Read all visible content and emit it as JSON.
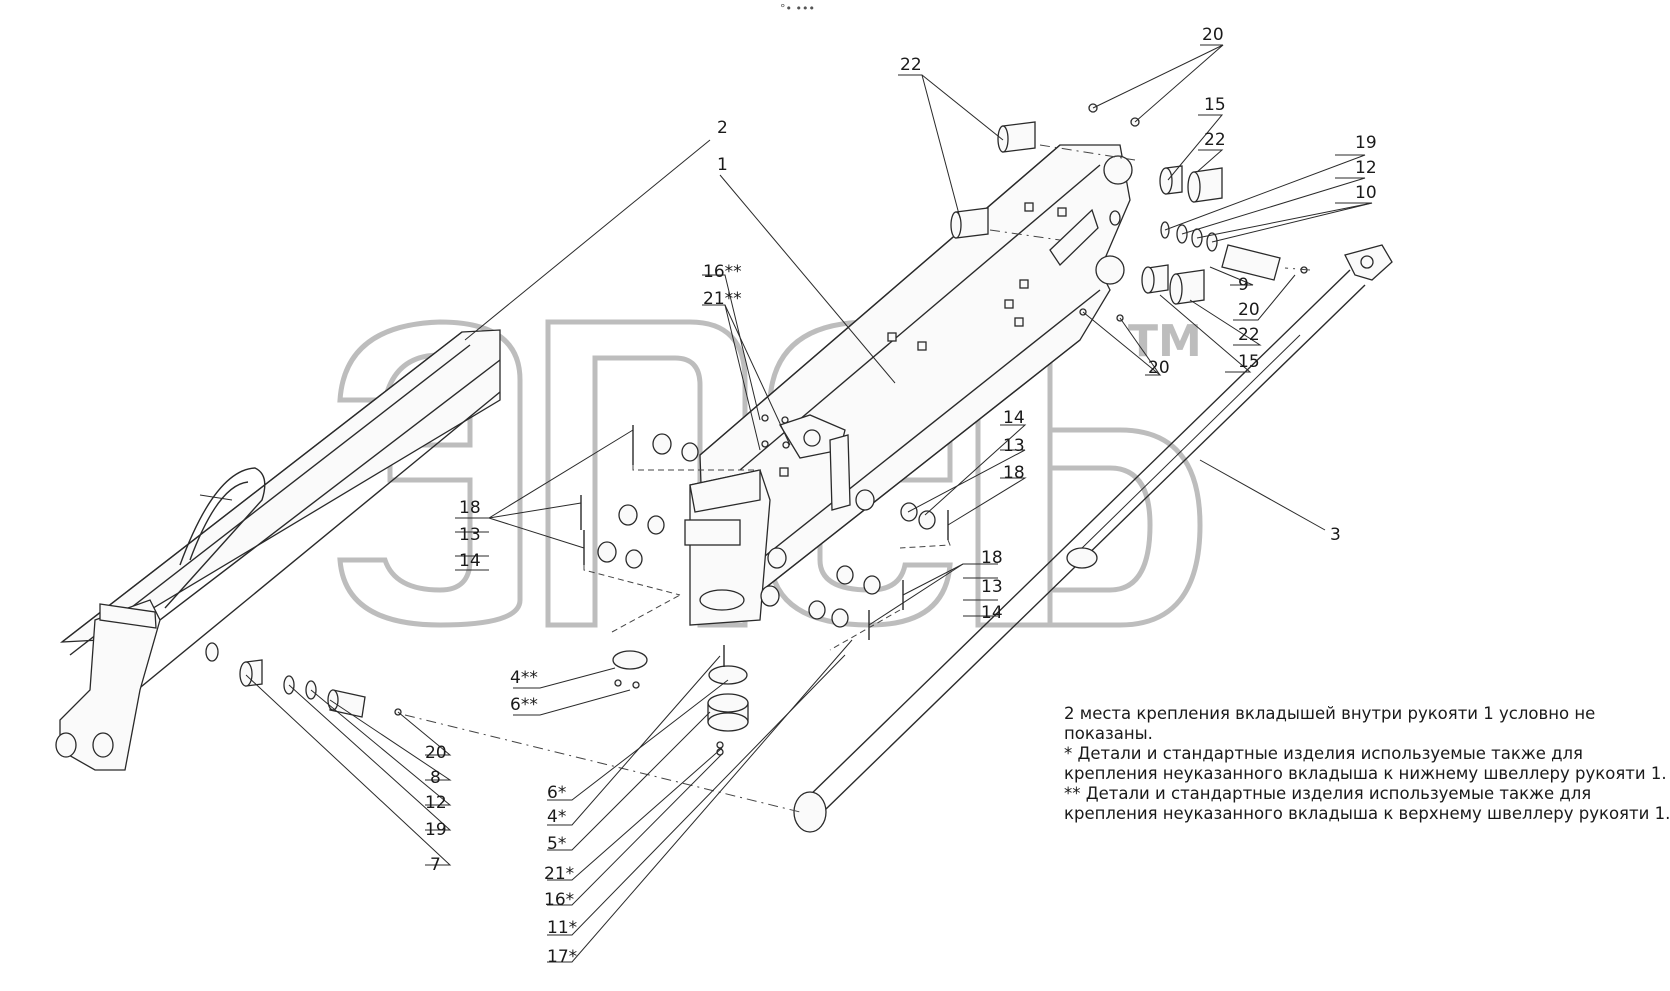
{
  "header": {
    "mark": "°• •••"
  },
  "watermark": {
    "trademark": "TM"
  },
  "labels": {
    "l2": "2",
    "l1": "1",
    "l3": "3",
    "l20a": "20",
    "l22a": "22",
    "l15a": "15",
    "l22b": "22",
    "l19a": "19",
    "l12a": "12",
    "l10": "10",
    "l9": "9",
    "l20b": "20",
    "l22c": "22",
    "l15b": "15",
    "l20c": "20",
    "l16ss": "16**",
    "l21ss": "21**",
    "l14a": "14",
    "l13a": "13",
    "l18a": "18",
    "l18b": "18",
    "l13b": "13",
    "l14b": "14",
    "l18c": "18",
    "l13c": "13",
    "l14c": "14",
    "l4ss": "4**",
    "l6ss": "6**",
    "l20d": "20",
    "l8": "8",
    "l12b": "12",
    "l19b": "19",
    "l7": "7",
    "l6s": "6*",
    "l4s": "4*",
    "l5s": "5*",
    "l21s": "21*",
    "l16s": "16*",
    "l11s": "11*",
    "l17s": "17*"
  },
  "notes": {
    "line1": "2 места крепления вкладышей внутри рукояти 1 условно не",
    "line2": "показаны.",
    "line3": "*    Детали и стандартные изделия используемые также для",
    "line4": "крепления неуказанного вкладыша к нижнему швеллеру рукояти 1.",
    "line5": "**   Детали и стандартные изделия используемые также для",
    "line6": "крепления неуказанного вкладыша к верхнему швеллеру рукояти 1."
  }
}
